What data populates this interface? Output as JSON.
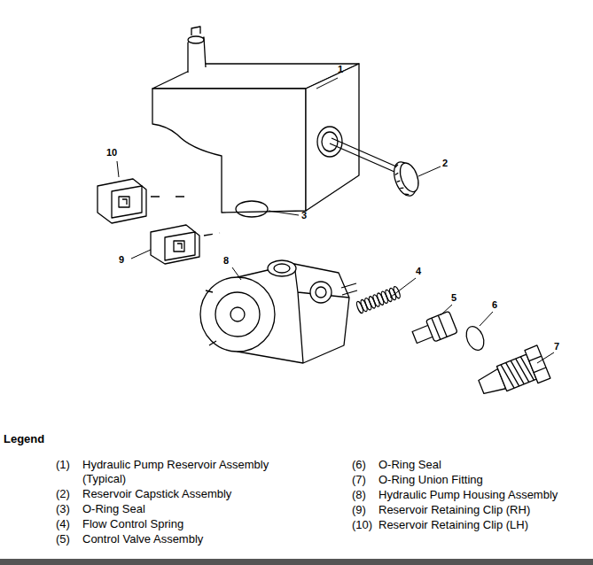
{
  "diagram": {
    "labels": [
      "1",
      "2",
      "3",
      "4",
      "5",
      "6",
      "7",
      "8",
      "9",
      "10",
      "Legend",
      "(1)",
      "Hydraulic Pump Reservoir Assembly (Typical)",
      "(2)",
      "Reservoir Capstick Assembly",
      "(3)",
      "O-Ring Seal",
      "(4)",
      "Flow Control Spring",
      "(5)",
      "Control Valve Assembly",
      "(6)",
      "O-Ring Seal",
      "(7)",
      "O-Ring Union Fitting",
      "(8)",
      "Hydraulic Pump Housing Assembly",
      "(9)",
      "Reservoir Retaining Clip (RH)",
      "(10)",
      "Reservoir Retaining Clip (LH)"
    ]
  }
}
